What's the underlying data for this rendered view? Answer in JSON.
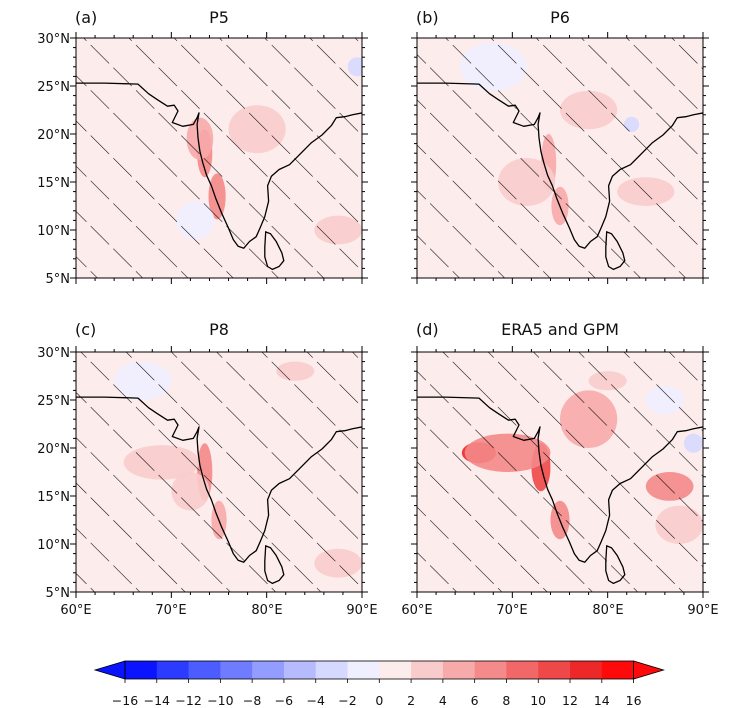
{
  "chart_data": {
    "type": "heatmap",
    "extent": {
      "lon": [
        60,
        90
      ],
      "lat": [
        5,
        30
      ]
    },
    "x_ticks": [
      "60°E",
      "70°E",
      "80°E",
      "90°E"
    ],
    "y_ticks": [
      "5°N",
      "10°N",
      "15°N",
      "20°N",
      "25°N",
      "30°N"
    ],
    "x_tick_values": [
      60,
      70,
      80,
      90
    ],
    "y_tick_values": [
      5,
      10,
      15,
      20,
      25,
      30
    ],
    "panels": [
      {
        "label": "(a)",
        "title": "P5",
        "blobs": [
          {
            "lon": 73.5,
            "lat": 18.0,
            "rx": 0.8,
            "ry": 2.5,
            "v": 7
          },
          {
            "lon": 74.8,
            "lat": 13.5,
            "rx": 0.9,
            "ry": 2.4,
            "v": 6
          },
          {
            "lon": 73.0,
            "lat": 19.5,
            "rx": 1.4,
            "ry": 2.2,
            "v": 4
          },
          {
            "lon": 79.0,
            "lat": 20.5,
            "rx": 3.0,
            "ry": 2.5,
            "v": 3
          },
          {
            "lon": 87.5,
            "lat": 10.0,
            "rx": 2.5,
            "ry": 1.5,
            "v": 3
          },
          {
            "lon": 72.5,
            "lat": 11.0,
            "rx": 2.0,
            "ry": 2.0,
            "v": -1.5
          },
          {
            "lon": 89.5,
            "lat": 27.0,
            "rx": 1.0,
            "ry": 1.0,
            "v": -4
          }
        ]
      },
      {
        "label": "(b)",
        "title": "P6",
        "blobs": [
          {
            "lon": 73.8,
            "lat": 17.0,
            "rx": 0.8,
            "ry": 3.0,
            "v": 5
          },
          {
            "lon": 75.0,
            "lat": 12.5,
            "rx": 0.9,
            "ry": 2.0,
            "v": 4.5
          },
          {
            "lon": 71.5,
            "lat": 15.0,
            "rx": 3.0,
            "ry": 2.5,
            "v": 3
          },
          {
            "lon": 78.0,
            "lat": 22.5,
            "rx": 3.0,
            "ry": 2.0,
            "v": 2.5
          },
          {
            "lon": 84.0,
            "lat": 14.0,
            "rx": 3.0,
            "ry": 1.5,
            "v": 2.5
          },
          {
            "lon": 68.0,
            "lat": 27.0,
            "rx": 3.5,
            "ry": 2.5,
            "v": -1.2
          },
          {
            "lon": 82.5,
            "lat": 21.0,
            "rx": 0.8,
            "ry": 0.8,
            "v": -3
          }
        ]
      },
      {
        "label": "(c)",
        "title": "P8",
        "blobs": [
          {
            "lon": 73.5,
            "lat": 17.5,
            "rx": 0.8,
            "ry": 3.0,
            "v": 7
          },
          {
            "lon": 75.0,
            "lat": 12.5,
            "rx": 0.8,
            "ry": 2.0,
            "v": 5
          },
          {
            "lon": 69.0,
            "lat": 18.5,
            "rx": 4.0,
            "ry": 1.8,
            "v": 3
          },
          {
            "lon": 72.0,
            "lat": 15.5,
            "rx": 2.0,
            "ry": 2.0,
            "v": 2.5
          },
          {
            "lon": 87.5,
            "lat": 8.0,
            "rx": 2.5,
            "ry": 1.5,
            "v": 3
          },
          {
            "lon": 83.0,
            "lat": 28.0,
            "rx": 2.0,
            "ry": 1.0,
            "v": 2
          },
          {
            "lon": 67.0,
            "lat": 27.0,
            "rx": 3.0,
            "ry": 2.0,
            "v": -1.2
          }
        ]
      },
      {
        "label": "(d)",
        "title": "ERA5 and GPM",
        "blobs": [
          {
            "lon": 66.5,
            "lat": 19.5,
            "rx": 1.8,
            "ry": 1.1,
            "v": 12
          },
          {
            "lon": 73.0,
            "lat": 18.0,
            "rx": 1.0,
            "ry": 2.5,
            "v": 11
          },
          {
            "lon": 69.5,
            "lat": 19.5,
            "rx": 4.5,
            "ry": 2.0,
            "v": 6
          },
          {
            "lon": 75.0,
            "lat": 12.5,
            "rx": 1.0,
            "ry": 2.0,
            "v": 7
          },
          {
            "lon": 78.0,
            "lat": 23.0,
            "rx": 3.0,
            "ry": 3.0,
            "v": 5
          },
          {
            "lon": 86.5,
            "lat": 16.0,
            "rx": 2.5,
            "ry": 1.5,
            "v": 6
          },
          {
            "lon": 87.5,
            "lat": 12.0,
            "rx": 2.5,
            "ry": 2.0,
            "v": 3
          },
          {
            "lon": 80.0,
            "lat": 27.0,
            "rx": 2.0,
            "ry": 1.0,
            "v": 3
          },
          {
            "lon": 89.0,
            "lat": 20.5,
            "rx": 1.0,
            "ry": 1.0,
            "v": -4
          },
          {
            "lon": 86.0,
            "lat": 25.0,
            "rx": 2.0,
            "ry": 1.5,
            "v": -1.5
          }
        ]
      }
    ],
    "colorbar": {
      "levels": [
        -16,
        -14,
        -12,
        -10,
        -8,
        -6,
        -4,
        -2,
        0,
        2,
        4,
        6,
        8,
        10,
        12,
        14,
        16
      ],
      "tick_labels": [
        "−16",
        "−14",
        "−12",
        "−10",
        "−8",
        "−6",
        "−4",
        "−2",
        "0",
        "2",
        "4",
        "6",
        "8",
        "10",
        "12",
        "14",
        "16"
      ],
      "colors": [
        "#0a14ff",
        "#2b3bff",
        "#4d5cff",
        "#707cff",
        "#939cff",
        "#b6bbff",
        "#d6d9ff",
        "#efefff",
        "#fdecec",
        "#f9cccc",
        "#f7aaaa",
        "#f48a8a",
        "#f26868",
        "#ef4848",
        "#ed2828",
        "#ff0a0a"
      ],
      "extend": "both"
    }
  }
}
